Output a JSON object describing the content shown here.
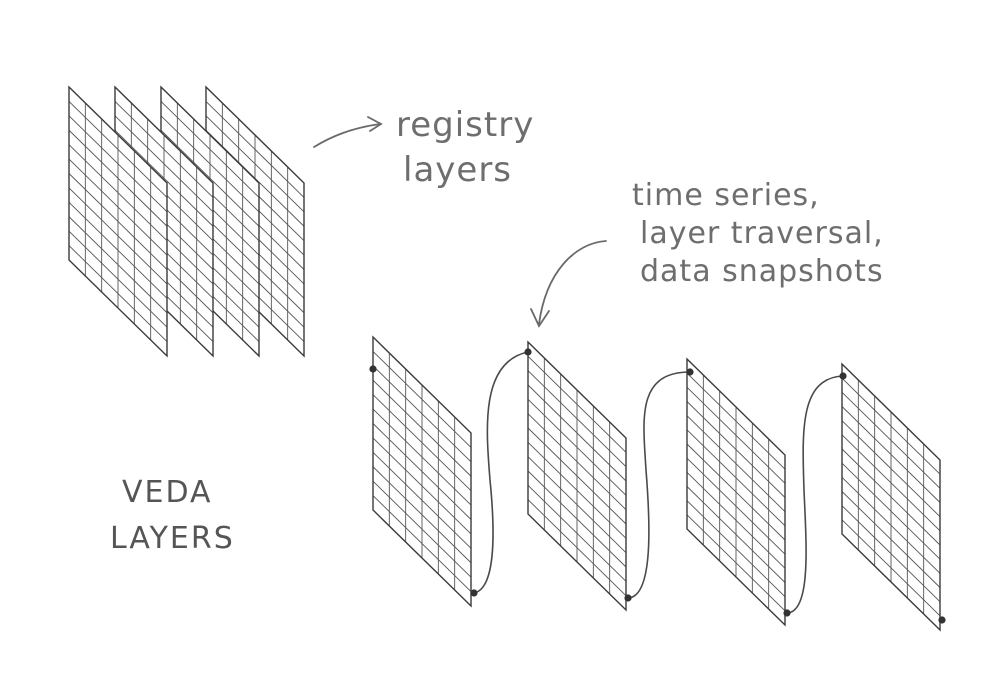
{
  "diagram": {
    "title_lines": [
      "VEDA",
      "LAYERS"
    ],
    "registry_label_lines": [
      "registry",
      "layers"
    ],
    "timeseries_label_lines": [
      "time series,",
      "layer traversal,",
      "data snapshots"
    ],
    "colors": {
      "background": "#ffffff",
      "grid_line": "#555555",
      "frame_line": "#3a3a3a",
      "label": "#6e6e6e",
      "node": "#333333"
    },
    "registry_stack": {
      "layer_count": 4,
      "grid_rows": 12,
      "grid_cols": 6
    },
    "timeseries": {
      "layer_count": 4,
      "grid_rows": 12,
      "grid_cols": 6,
      "connections": 3
    }
  }
}
